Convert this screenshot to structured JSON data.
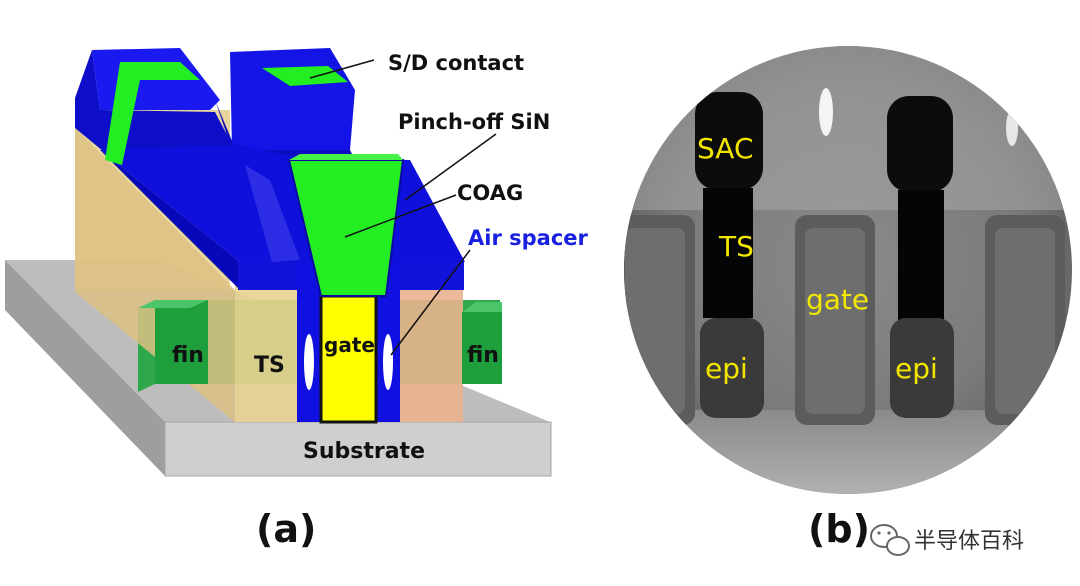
{
  "panel_a": {
    "labels": {
      "sd_contact": "S/D contact",
      "pinch_off": "Pinch-off SiN",
      "coag": "COAG",
      "air_spacer": "Air spacer",
      "gate": "gate",
      "ts": "TS",
      "fin_left": "fin",
      "fin_right": "fin",
      "substrate": "Substrate"
    },
    "caption": "(a)"
  },
  "panel_b": {
    "labels": {
      "sac": "SAC",
      "ts": "TS",
      "gate": "gate",
      "epi_left": "epi",
      "epi_right": "epi"
    },
    "caption": "(b)"
  },
  "watermark": {
    "text": "半导体百科",
    "icon": "wechat-icon"
  },
  "colors": {
    "blue": "#1010dd",
    "green": "#22ee22",
    "yellow": "#ffff00",
    "fin_green": "#1f9e3c",
    "tan": "#e6cf8f",
    "substrate": "#c8c8c8",
    "air_spacer_label": "#1a20e0",
    "tem_label": "#f2e600"
  }
}
